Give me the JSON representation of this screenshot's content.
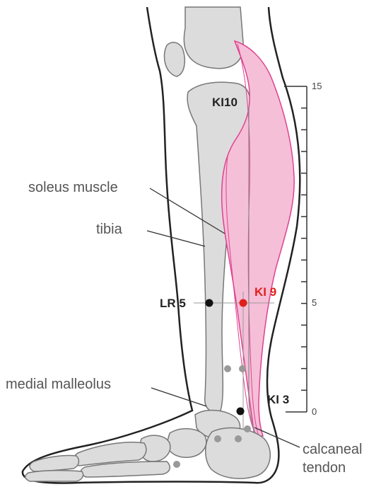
{
  "labels": {
    "soleus": "soleus muscle",
    "tibia": "tibia",
    "malleolus": "medial malleolus",
    "tendon_line1": "calcaneal",
    "tendon_line2": "tendon"
  },
  "points": {
    "ki10": "KI10",
    "ki9": "KI 9",
    "lr5": "LR 5",
    "ki3": "KI 3"
  },
  "scale": {
    "top": "15",
    "mid": "5",
    "bottom": "0",
    "divisions": 15
  },
  "colors": {
    "muscle_fill": "#f5bfd8",
    "muscle_stroke": "#e0408f",
    "bone": "#dcdcdc",
    "bone_stroke": "#777777",
    "active_point": "#e0201c",
    "point": "#111111",
    "faint_point": "#999999"
  }
}
